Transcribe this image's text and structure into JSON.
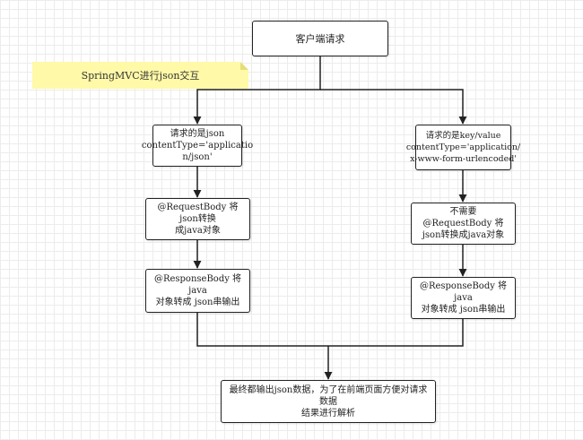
{
  "diagram": {
    "note": "SpringMVC进行json交互",
    "nodes": {
      "client_request": "客户端请求",
      "json_request": "请求的是json\ncontentType='applicatio\nn/json'",
      "requestbody": "@RequestBody 将json转换\n成java对象",
      "responsebody_left": "@ResponseBody 将 java\n对象转成 json串输出",
      "kv_request": "请求的是key/value\ncontentType='application/\nx-www-form-urlencoded'",
      "no_requestbody": "不需要 @RequestBody 将\njson转换成java对象",
      "responsebody_right": "@ResponseBody 将 java\n对象转成 json串输出",
      "final_output": "最终都输出json数据，为了在前端页面方便对请求数据\n结果进行解析"
    }
  }
}
